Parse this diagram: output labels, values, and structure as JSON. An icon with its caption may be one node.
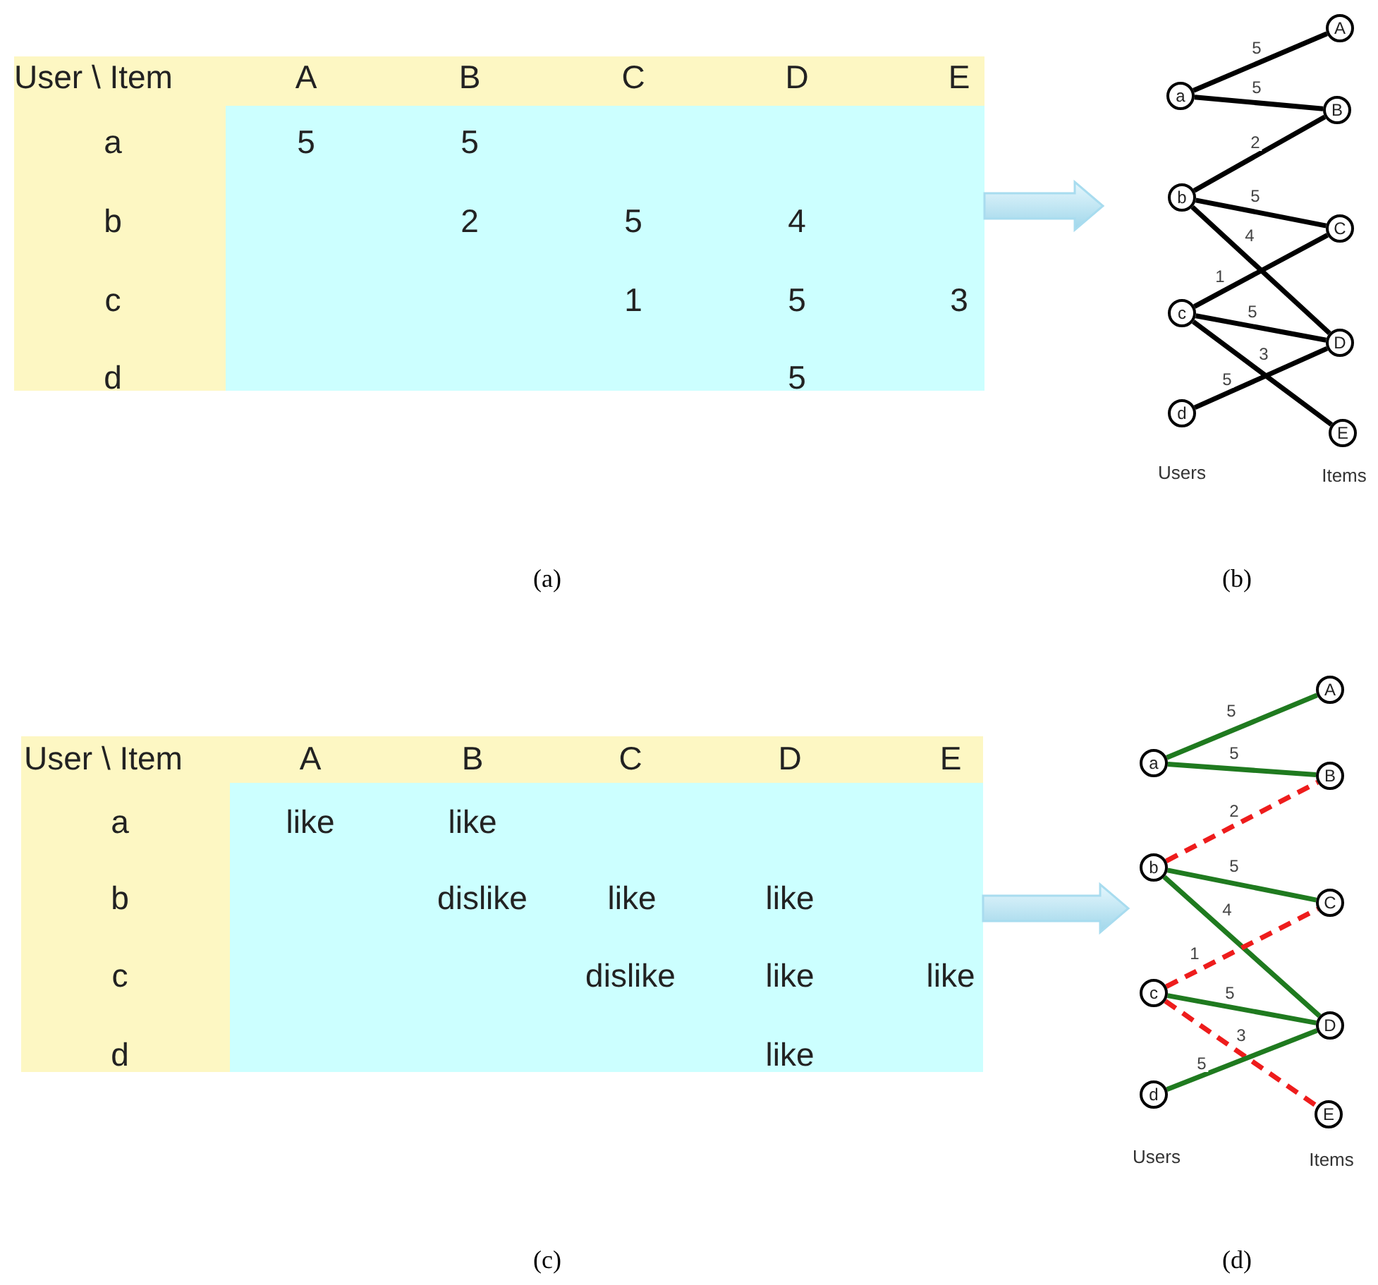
{
  "diagram": {
    "nodes": [
      {
        "text": [],
        "shape": "box"
      },
      {
        "text": [
          "a"
        ]
      },
      {
        "text": [
          "b"
        ]
      },
      {
        "text": [
          "c"
        ]
      },
      {
        "text": [
          "d"
        ]
      },
      {
        "text": [
          "A"
        ]
      },
      {
        "text": [
          "B"
        ]
      },
      {
        "text": [
          "C"
        ]
      },
      {
        "text": [
          "D"
        ]
      },
      {
        "text": [
          "E"
        ]
      },
      {
        "text": [],
        "shape": "box"
      },
      {
        "text": [
          "a"
        ]
      },
      {
        "text": [
          "b"
        ]
      },
      {
        "text": [
          "c"
        ]
      },
      {
        "text": [
          "d"
        ]
      },
      {
        "text": [
          "A"
        ]
      },
      {
        "text": [
          "B"
        ]
      },
      {
        "text": [
          "C"
        ]
      },
      {
        "text": [
          "D"
        ]
      },
      {
        "text": [
          "E"
        ]
      }
    ],
    "edges": [
      {
        "from": 0,
        "to": null,
        "arrow": "to",
        "style": "thick",
        "color": "#a8dcef"
      },
      {
        "from": 1,
        "to": 5,
        "arrow": "none",
        "label": "5"
      },
      {
        "from": 1,
        "to": 6,
        "arrow": "none",
        "label": "5"
      },
      {
        "from": 2,
        "to": 6,
        "arrow": "none",
        "label": "2"
      },
      {
        "from": 2,
        "to": 7,
        "arrow": "none",
        "label": "5"
      },
      {
        "from": 2,
        "to": 8,
        "arrow": "none",
        "label": "4"
      },
      {
        "from": 3,
        "to": 7,
        "arrow": "none",
        "label": "1"
      },
      {
        "from": 3,
        "to": 8,
        "arrow": "none",
        "label": "5"
      },
      {
        "from": 3,
        "to": 9,
        "arrow": "none",
        "label": "3"
      },
      {
        "from": 4,
        "to": 8,
        "arrow": "none",
        "label": "5"
      },
      {
        "from": 10,
        "to": null,
        "arrow": "to",
        "style": "thick",
        "color": "#a8dcef"
      },
      {
        "from": 11,
        "to": 15,
        "arrow": "none",
        "label": "5",
        "color": "#1f7a1f"
      },
      {
        "from": 11,
        "to": 16,
        "arrow": "none",
        "label": "5",
        "color": "#1f7a1f"
      },
      {
        "from": 12,
        "to": 16,
        "arrow": "none",
        "label": "2",
        "style": "dashed",
        "color": "#ee1c1c"
      },
      {
        "from": 12,
        "to": 17,
        "arrow": "none",
        "label": "5",
        "color": "#1f7a1f"
      },
      {
        "from": 12,
        "to": 18,
        "arrow": "none",
        "label": "4",
        "color": "#1f7a1f"
      },
      {
        "from": 13,
        "to": 17,
        "arrow": "none",
        "label": "1",
        "style": "dashed",
        "color": "#ee1c1c"
      },
      {
        "from": 13,
        "to": 18,
        "arrow": "none",
        "label": "5",
        "color": "#1f7a1f"
      },
      {
        "from": 13,
        "to": 19,
        "arrow": "none",
        "label": "3",
        "style": "dashed",
        "color": "#ee1c1c"
      },
      {
        "from": 14,
        "to": 18,
        "arrow": "none",
        "label": "5",
        "color": "#1f7a1f"
      }
    ],
    "labels": [
      "User \\ Item",
      "A",
      "B",
      "C",
      "D",
      "E",
      "a",
      "5",
      "5",
      "b",
      "2",
      "5",
      "4",
      "c",
      "1",
      "5",
      "3",
      "d",
      "5",
      "Users",
      "Items",
      "(a)",
      "(b)",
      "User \\ Item",
      "A",
      "B",
      "C",
      "D",
      "E",
      "a",
      "like",
      "like",
      "b",
      "dislike",
      "like",
      "like",
      "c",
      "dislike",
      "like",
      "like",
      "d",
      "like",
      "Users",
      "Items",
      "(c)",
      "(d)"
    ]
  }
}
